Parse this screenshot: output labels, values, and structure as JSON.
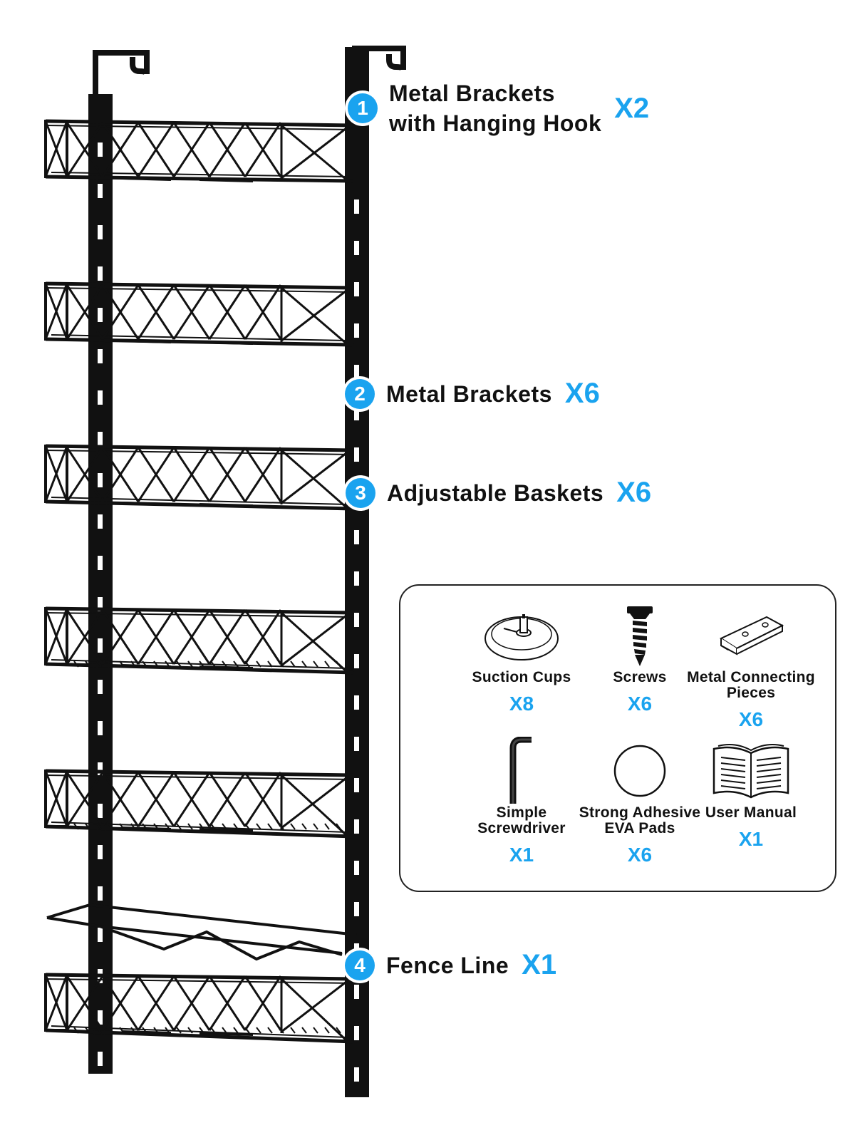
{
  "callouts": [
    {
      "number": "1",
      "label_line1": "Metal Brackets",
      "label_line2": "with Hanging Hook",
      "qty": "X2"
    },
    {
      "number": "2",
      "label": "Metal Brackets",
      "qty": "X6"
    },
    {
      "number": "3",
      "label": "Adjustable Baskets",
      "qty": "X6"
    },
    {
      "number": "4",
      "label": "Fence Line",
      "qty": "X1"
    }
  ],
  "parts": [
    {
      "line1": "Suction Cups",
      "line2": "",
      "qty": "X8",
      "icon": "suction-cup-icon"
    },
    {
      "line1": "Screws",
      "line2": "",
      "qty": "X6",
      "icon": "screw-icon"
    },
    {
      "line1": "Metal Connecting",
      "line2": "Pieces",
      "qty": "X6",
      "icon": "metal-connecting-piece-icon"
    },
    {
      "line1": "Simple",
      "line2": "Screwdriver",
      "qty": "X1",
      "icon": "hex-key-icon"
    },
    {
      "line1": "Strong Adhesive",
      "line2": "EVA Pads",
      "qty": "X6",
      "icon": "eva-pad-icon"
    },
    {
      "line1": "User Manual",
      "line2": "",
      "qty": "X1",
      "icon": "open-book-icon"
    }
  ],
  "colors": {
    "accent": "#1aa3ef",
    "rack": "#111111",
    "text": "#111111"
  }
}
